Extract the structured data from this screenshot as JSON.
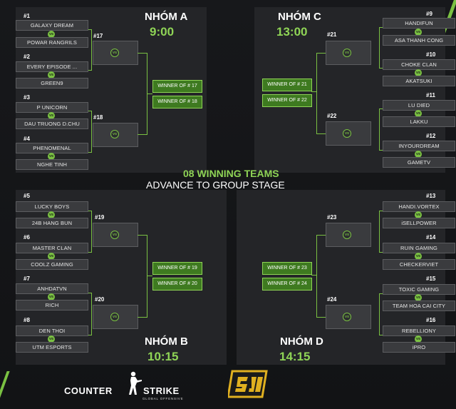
{
  "groups": {
    "a": {
      "name": "NHÓM A",
      "time": "9:00"
    },
    "b": {
      "name": "NHÓM B",
      "time": "10:15"
    },
    "c": {
      "name": "NHÓM C",
      "time": "13:00"
    },
    "d": {
      "name": "NHÓM D",
      "time": "14:15"
    }
  },
  "center": {
    "line1": "08 WINNING TEAMS",
    "line2": "ADVANCE TO GROUP STAGE"
  },
  "vs_label": "VS",
  "matches": {
    "m1": {
      "num": "#1",
      "top": "GALAXY DREAM",
      "bottom": "POWAR RANGRILS"
    },
    "m2": {
      "num": "#2",
      "top": "EVERY EPISODE ...",
      "bottom": "GREEN9"
    },
    "m3": {
      "num": "#3",
      "top": "P UNICORN",
      "bottom": "DAU TRUONG D.CHU"
    },
    "m4": {
      "num": "#4",
      "top": "PHENOMENAL",
      "bottom": "NGHE TINH"
    },
    "m5": {
      "num": "#5",
      "top": "LUCKY BOYS",
      "bottom": "24B HANG BUN"
    },
    "m6": {
      "num": "#6",
      "top": "MASTER CLAN",
      "bottom": "COOLZ GAMING"
    },
    "m7": {
      "num": "#7",
      "top": "ANHDATVN",
      "bottom": "RICH"
    },
    "m8": {
      "num": "#8",
      "top": "DEN THOI",
      "bottom": "UTM ESPORTS"
    },
    "m9": {
      "num": "#9",
      "top": "HANDIFUN",
      "bottom": "ASA THANH CONG"
    },
    "m10": {
      "num": "#10",
      "top": "CHOKE CLAN",
      "bottom": "AKATSUKI"
    },
    "m11": {
      "num": "#11",
      "top": "LU DIED",
      "bottom": "LAKKU"
    },
    "m12": {
      "num": "#12",
      "top": "INYOURDREAM",
      "bottom": "GAMETV"
    },
    "m13": {
      "num": "#13",
      "top": "HANDI.VORTEX",
      "bottom": "iSELLPOWER"
    },
    "m14": {
      "num": "#14",
      "top": "RUIN GAMING",
      "bottom": "CHECKERVIET"
    },
    "m15": {
      "num": "#15",
      "top": "TOXIC GAMING",
      "bottom": "TEAM HOA CAI CITY"
    },
    "m16": {
      "num": "#16",
      "top": "REBELLIONY",
      "bottom": "iPRO"
    }
  },
  "round2": {
    "m17": "#17",
    "m18": "#18",
    "m19": "#19",
    "m20": "#20",
    "m21": "#21",
    "m22": "#22",
    "m23": "#23",
    "m24": "#24"
  },
  "winners": {
    "w17": "WINNER OF # 17",
    "w18": "WINNER OF # 18",
    "w19": "WINNER OF # 19",
    "w20": "WINNER OF # 20",
    "w21": "WINNER OF # 21",
    "w22": "WINNER OF # 22",
    "w23": "WINNER OF # 23",
    "w24": "WINNER OF # 24"
  },
  "footer": {
    "brand_left": "COUNTER",
    "brand_right": "STRIKE",
    "brand_sub": "GLOBAL OFFENSIVE",
    "logo_name": "sj-logo"
  },
  "colors": {
    "accent": "#7ac142",
    "panel": "#242528",
    "background": "#121315",
    "box": "#3a3b3e",
    "winner_box": "#3e7a20"
  }
}
